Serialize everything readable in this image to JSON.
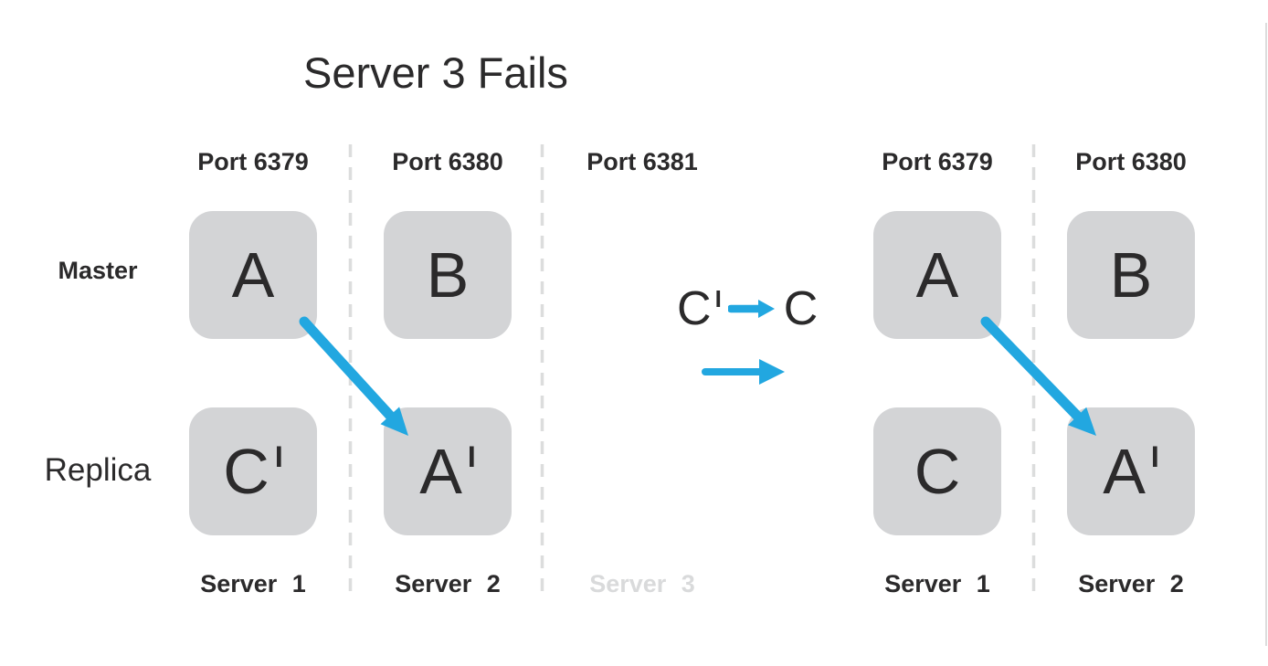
{
  "title": "Server 3 Fails",
  "row_labels": {
    "master": "Master",
    "replica": "Replica"
  },
  "left_cluster": {
    "ports": [
      "Port 6379",
      "Port 6380",
      "Port 6381"
    ],
    "servers": [
      "Server 1",
      "Server 2",
      "Server 3"
    ],
    "nodes": {
      "master_1": {
        "letter": "A",
        "prime": ""
      },
      "master_2": {
        "letter": "B",
        "prime": ""
      },
      "replica_1": {
        "letter": "C",
        "prime": "I"
      },
      "replica_2": {
        "letter": "A",
        "prime": "I"
      }
    }
  },
  "promotion": {
    "from_letter": "C",
    "from_prime": "I",
    "to_letter": "C"
  },
  "right_cluster": {
    "ports": [
      "Port 6379",
      "Port 6380"
    ],
    "servers": [
      "Server 1",
      "Server 2"
    ],
    "nodes": {
      "master_1": {
        "letter": "A",
        "prime": ""
      },
      "master_2": {
        "letter": "B",
        "prime": ""
      },
      "replica_1": {
        "letter": "C",
        "prime": ""
      },
      "replica_2": {
        "letter": "A",
        "prime": "I"
      }
    }
  },
  "colors": {
    "arrow_blue": "#22a7e0",
    "node_fill": "#d3d4d6",
    "text_dark": "#2b2a2b",
    "muted_text": "#d9dadb",
    "divider": "#dcdddd"
  }
}
